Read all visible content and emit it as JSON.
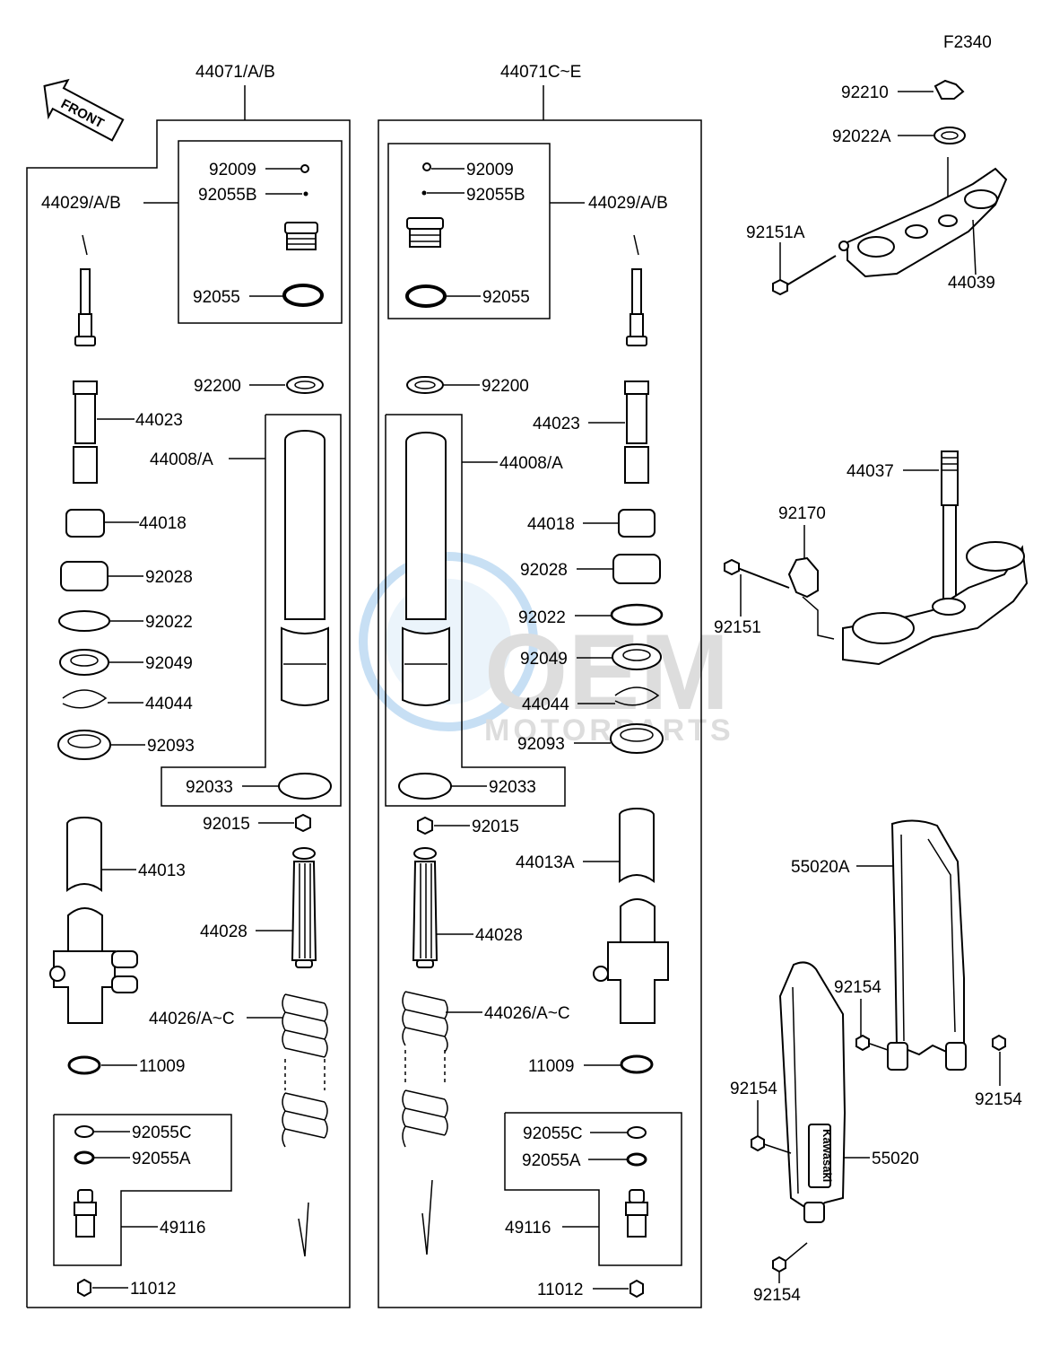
{
  "diagram": {
    "code": "F2340",
    "front_label": "FRONT",
    "watermark": {
      "brand": "OEM",
      "sub": "MOTORPARTS"
    },
    "left_fork": {
      "assembly": "44071/A/B",
      "labels": {
        "cap_assy": "44029/A/B",
        "screw": "92009",
        "oring_b": "92055B",
        "oring": "92055",
        "washer": "92200",
        "rod": "44023",
        "outer_tube": "44008/A",
        "bushing": "44018",
        "guide": "92028",
        "washer2": "92022",
        "oil_seal": "92049",
        "clip": "44044",
        "dust_seal": "92093",
        "snap_ring": "92033",
        "nut": "92015",
        "inner_tube": "44013",
        "cylinder": "44028",
        "spring": "44026/A~C",
        "gasket": "11009",
        "oring_c": "92055C",
        "oring_a": "92055A",
        "valve": "49116",
        "cap": "11012"
      }
    },
    "right_fork": {
      "assembly": "44071C~E",
      "labels": {
        "cap_assy": "44029/A/B",
        "screw": "92009",
        "oring_b": "92055B",
        "oring": "92055",
        "washer": "92200",
        "rod": "44023",
        "outer_tube": "44008/A",
        "bushing": "44018",
        "guide": "92028",
        "washer2": "92022",
        "oil_seal": "92049",
        "clip": "44044",
        "dust_seal": "92093",
        "snap_ring": "92033",
        "nut": "92015",
        "inner_tube": "44013A",
        "cylinder": "44028",
        "spring": "44026/A~C",
        "gasket": "11009",
        "oring_c": "92055C",
        "oring_a": "92055A",
        "valve": "49116",
        "cap": "11012"
      }
    },
    "upper_clamp": {
      "nut": "92210",
      "washer": "92022A",
      "bolt": "92151A",
      "bracket": "44039"
    },
    "lower_clamp": {
      "stem": "44037",
      "guide": "92170",
      "bolt": "92151"
    },
    "guards": {
      "guard_a": "55020A",
      "guard": "55020",
      "bolt": "92154",
      "guard_logo": "Kawasaki"
    }
  }
}
